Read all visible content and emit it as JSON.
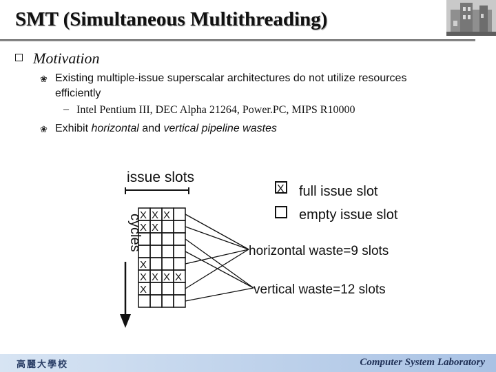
{
  "title": "SMT (Simultaneous Multithreading)",
  "motivation": "Motivation",
  "bullets": {
    "b1_line1": "Existing multiple-issue superscalar architectures do not utilize resources",
    "b1_line2": "efficiently",
    "sub1": "Intel Pentium III, DEC Alpha 21264, Power.PC, MIPS R10000",
    "b2_prefix": "Exhibit ",
    "b2_horizontal": "horizontal",
    "b2_and": " and ",
    "b2_vertical": "vertical pipeline wastes"
  },
  "diagram": {
    "issue_slots": "issue slots",
    "cycles": "cycles",
    "legend_full": "full issue slot",
    "legend_empty": "empty issue slot",
    "x_mark": "X",
    "horizontal_waste": "horizontal waste=9 slots",
    "vertical_waste": "vertical waste=12 slots",
    "grid": [
      [
        1,
        1,
        1,
        0
      ],
      [
        1,
        1,
        0,
        0
      ],
      [
        0,
        0,
        0,
        0
      ],
      [
        0,
        0,
        0,
        0
      ],
      [
        1,
        0,
        0,
        0
      ],
      [
        1,
        1,
        1,
        1
      ],
      [
        1,
        0,
        0,
        0
      ],
      [
        0,
        0,
        0,
        0
      ]
    ]
  },
  "footer": {
    "left": "高麗大學校",
    "right": "Computer System Laboratory"
  },
  "icons": {
    "bullet": "square-bullet-icon",
    "sub_bullet": "decorative-bullet-icon",
    "logo": "university-building-icon"
  }
}
